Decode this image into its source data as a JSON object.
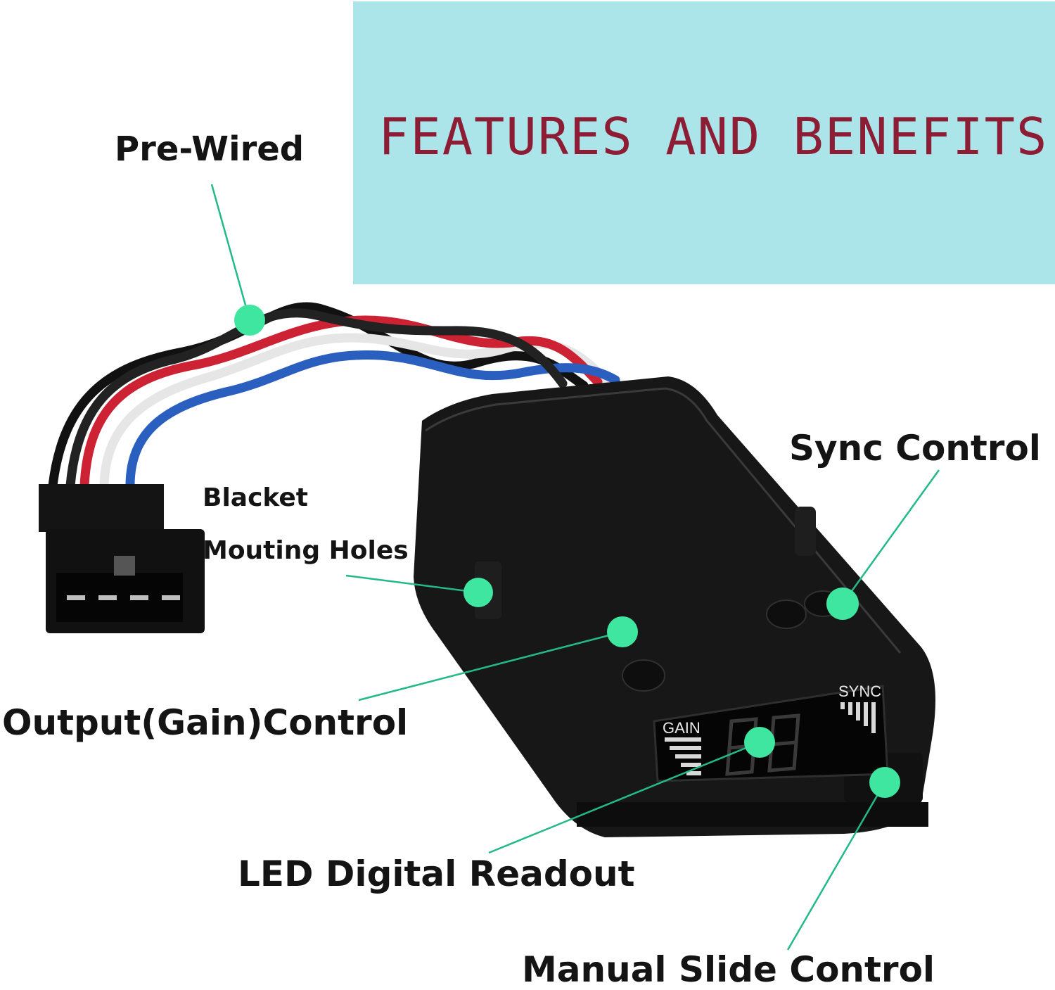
{
  "banner": {
    "title": "FEATURES AND BENEFITS",
    "background_color": "#abe4e9",
    "title_color": "#8c1d34"
  },
  "callouts": {
    "pre_wired": "Pre-Wired",
    "sync_control": "Sync Control",
    "bracket": "Blacket",
    "mounting_holes": "Mouting Holes",
    "output_gain_control": "Output(Gain)Control",
    "led_digital_readout": "LED Digital Readout",
    "manual_slide_control": "Manual Slide Control"
  },
  "device_panel": {
    "gain_label": "GAIN",
    "sync_label": "SYNC"
  },
  "colors": {
    "marker": "#3ee6a0",
    "leader_line": "#24b98a",
    "device_body": "#141414",
    "wires": [
      "#111111",
      "#2a5fc0",
      "#cc2233",
      "#e8e8e8"
    ]
  }
}
